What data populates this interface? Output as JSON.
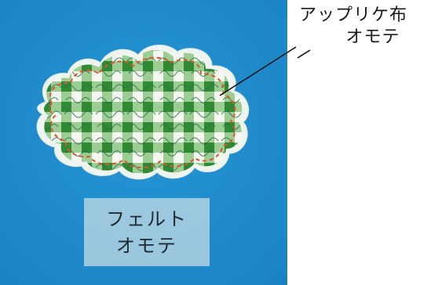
{
  "labels": {
    "applique_fabric_line1": "アップリケ布",
    "applique_fabric_line2": "オモテ",
    "felt_line1": "フェルト",
    "felt_line2": "オモテ"
  },
  "colors": {
    "felt_blue": "#1f8fd0",
    "gingham_green": "#3f9a3c",
    "gingham_light": "#a9d49a",
    "stitch_red": "#e2552a",
    "label_box": "#bed7e4"
  }
}
